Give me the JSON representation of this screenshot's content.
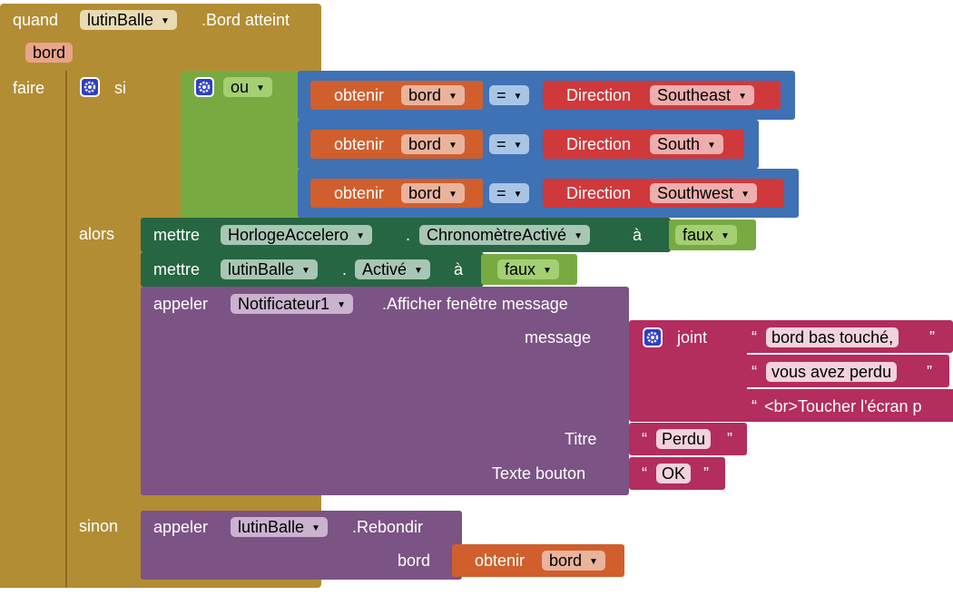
{
  "event": {
    "when_label": "quand",
    "component": "lutinBalle",
    "event_name": ".Bord atteint",
    "param": "bord",
    "do_label": "faire"
  },
  "if_block": {
    "if_label": "si",
    "then_label": "alors",
    "else_label": "sinon"
  },
  "or_block": {
    "label": "ou"
  },
  "conditions": [
    {
      "get_label": "obtenir",
      "var": "bord",
      "op": "=",
      "dir_label": "Direction",
      "dir_value": "Southeast"
    },
    {
      "get_label": "obtenir",
      "var": "bord",
      "op": "=",
      "dir_label": "Direction",
      "dir_value": "South"
    },
    {
      "get_label": "obtenir",
      "var": "bord",
      "op": "=",
      "dir_label": "Direction",
      "dir_value": "Southwest"
    }
  ],
  "set_timer": {
    "set_label": "mettre",
    "component": "HorlogeAccelero",
    "dot": ".",
    "property": "ChronomètreActivé",
    "to_label": "à",
    "value": "faux"
  },
  "set_sprite": {
    "set_label": "mettre",
    "component": "lutinBalle",
    "dot": ".",
    "property": "Activé",
    "to_label": "à",
    "value": "faux"
  },
  "call_notifier": {
    "call_label": "appeler",
    "component": "Notificateur1",
    "method": ".Afficher fenêtre message",
    "message_label": "message",
    "join_label": "joint",
    "texts": [
      "bord bas touché,",
      "vous avez perdu",
      "<br>Toucher l'écran p"
    ],
    "title_label": "Titre",
    "title_value": "Perdu",
    "button_label": "Texte bouton",
    "button_value": "OK"
  },
  "call_bounce": {
    "call_label": "appeler",
    "component": "lutinBalle",
    "method": ".Rebondir",
    "edge_label": "bord",
    "get_label": "obtenir",
    "var": "bord"
  },
  "colors": {
    "event": "#b38d34",
    "control": "#b38d34",
    "logic": "#77ab41",
    "compare": "#3f71b5",
    "variable": "#d05f2d",
    "component": "#d0393b",
    "setter": "#266643",
    "method": "#7c5385",
    "text": "#b32d5e",
    "bool_field": "#a4cf73"
  }
}
